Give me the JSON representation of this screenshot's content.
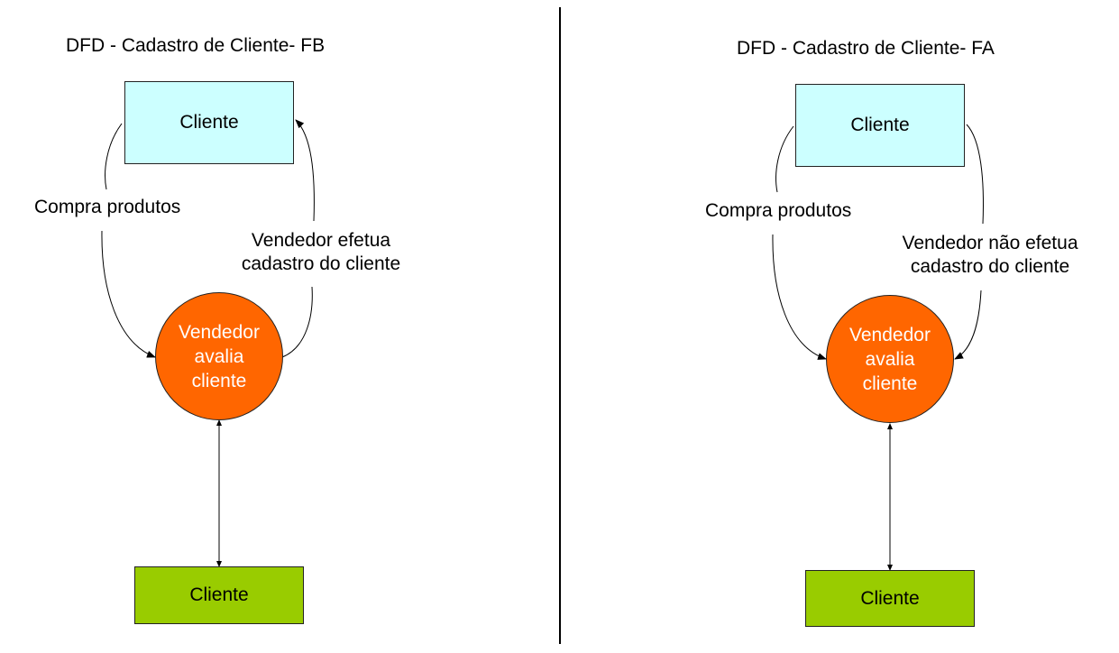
{
  "colors": {
    "entity_top": "#ccffff",
    "entity_bottom": "#99cc00",
    "process": "#ff6600",
    "process_text": "#ffffff",
    "line": "#000000"
  },
  "left": {
    "title": "DFD - Cadastro de Cliente- FB",
    "top_entity": "Cliente",
    "flow_left": "Compra produtos",
    "flow_right_line1": "Vendedor efetua",
    "flow_right_line2": "cadastro do  cliente",
    "process_line1": "Vendedor",
    "process_line2": "avalia",
    "process_line3": "cliente",
    "bottom_entity": "Cliente"
  },
  "right": {
    "title": "DFD - Cadastro de Cliente- FA",
    "top_entity": "Cliente",
    "flow_left": "Compra produtos",
    "flow_right_line1": "Vendedor não efetua",
    "flow_right_line2": "cadastro do  cliente",
    "process_line1": "Vendedor",
    "process_line2": "avalia",
    "process_line3": "cliente",
    "bottom_entity": "Cliente"
  }
}
